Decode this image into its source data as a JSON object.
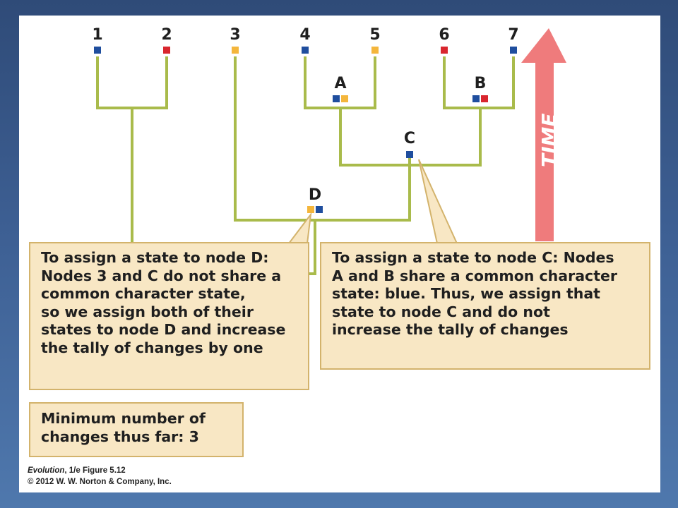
{
  "diagram": {
    "leaf_labels": [
      "1",
      "2",
      "3",
      "4",
      "5",
      "6",
      "7"
    ],
    "node_labels": {
      "A": "A",
      "B": "B",
      "C": "C",
      "D": "D"
    },
    "time_label": "TIME",
    "colors": {
      "blue": "#1f4e9e",
      "red": "#d9262e",
      "yellow": "#f4b63c",
      "branch": "#a9bb4b",
      "arrow": "#ef7b7c",
      "callout_fill": "#f8e7c4",
      "callout_border": "#d3b36c"
    },
    "leaf_states": [
      "blue",
      "red",
      "yellow",
      "blue",
      "yellow",
      "red",
      "blue"
    ],
    "node_states": {
      "A": [
        "blue",
        "yellow"
      ],
      "B": [
        "blue",
        "red"
      ],
      "C": [
        "blue"
      ],
      "D": [
        "yellow",
        "blue"
      ]
    }
  },
  "callouts": {
    "node_d_bold": "To assign a state to node D:",
    "node_d_text": "Nodes 3 and C do not share a\ncommon character state,\nso we assign both of their\nstates to node D and increase\nthe tally of changes by one",
    "node_c_bold": "To assign a state to node C:",
    "node_c_text": " Nodes\nA and B share a common character\nstate: blue. Thus, we assign that\nstate to node C and do not\nincrease the tally of changes",
    "minimum": "Minimum number of\nchanges thus far: 3"
  },
  "caption": {
    "title": "Evolution",
    "edition": ", 1/e  Figure 5.12",
    "copyright": "© 2012 W. W. Norton & Company, Inc."
  }
}
